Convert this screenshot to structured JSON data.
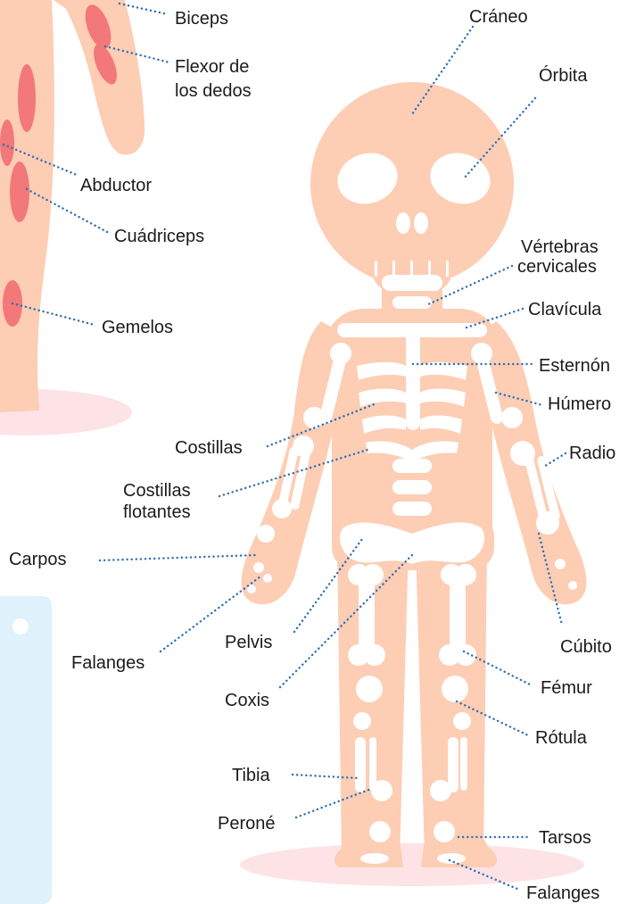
{
  "labels": {
    "biceps": "Biceps",
    "flexor_line1": "Flexor de",
    "flexor_line2": "los dedos",
    "abductor": "Abductor",
    "cuadriceps": "Cuádriceps",
    "gemelos": "Gemelos",
    "craneo": "Cráneo",
    "orbita": "Órbita",
    "vertebras_line1": "Vértebras",
    "vertebras_line2": "cervicales",
    "clavicula": "Clavícula",
    "esternon": "Esternón",
    "humero": "Húmero",
    "costillas": "Costillas",
    "radio": "Radio",
    "costillas_flotantes_line1": "Costillas",
    "costillas_flotantes_line2": "flotantes",
    "carpos": "Carpos",
    "falanges_mano": "Falanges",
    "pelvis": "Pelvis",
    "cubito": "Cúbito",
    "coxis": "Coxis",
    "femur": "Fémur",
    "rotula": "Rótula",
    "tibia": "Tibia",
    "perone": "Peroné",
    "tarsos": "Tarsos",
    "falanges_pie": "Falanges"
  },
  "colors": {
    "skin": "#fdcdb4",
    "muscle": "#f3787a",
    "bone": "#ffffff",
    "shadow": "#fde3e6",
    "leader": "#2e6eb5",
    "info_panel": "#dff1fa"
  }
}
